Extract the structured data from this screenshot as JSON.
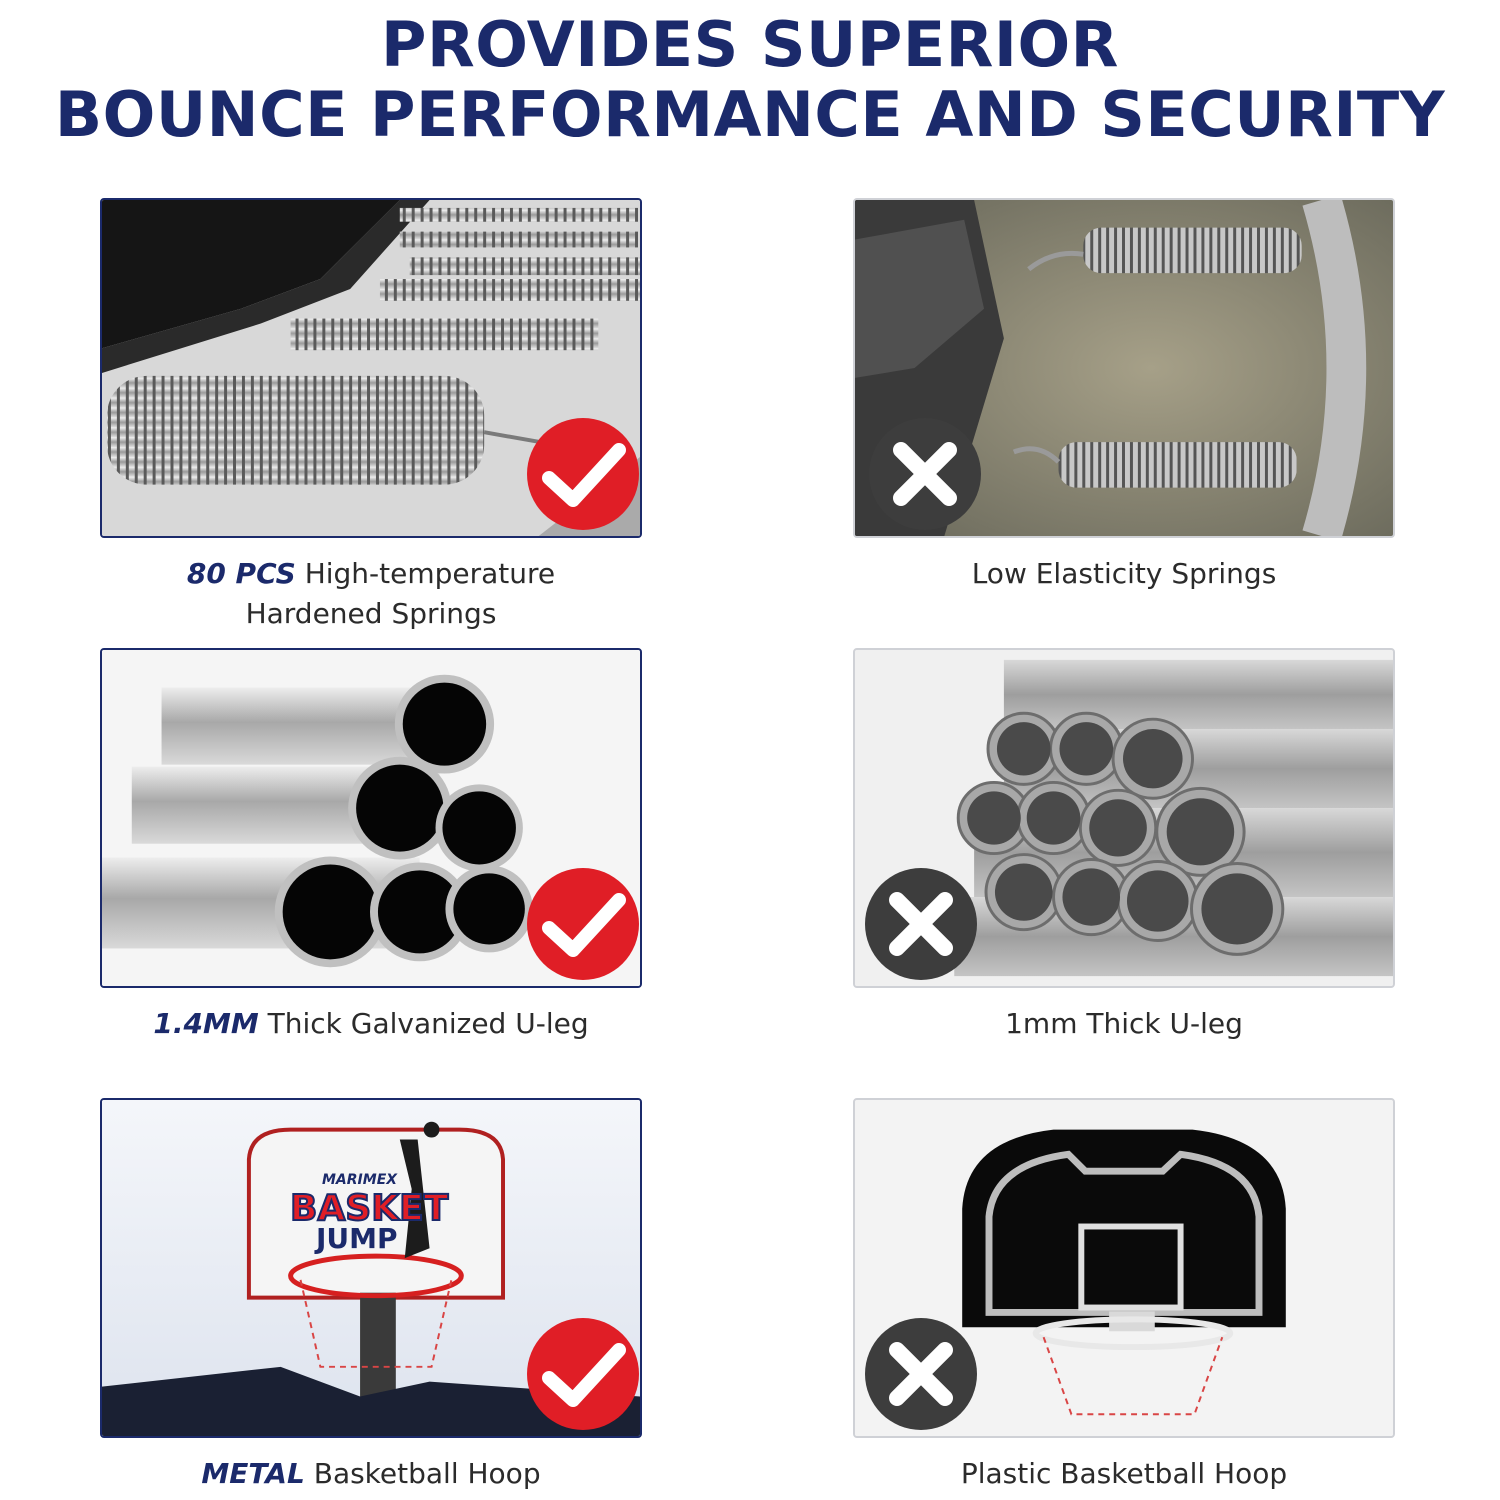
{
  "headline": {
    "line1": "PROVIDES SUPERIOR",
    "line2": "BOUNCE PERFORMANCE AND SECURITY"
  },
  "colors": {
    "navy": "#1b2a6b",
    "good_badge": "#e01e26",
    "bad_badge": "#3d3d3d"
  },
  "rows": [
    {
      "good": {
        "emphasis": "80 PCS",
        "text": " High-temperature",
        "text2": "Hardened Springs",
        "badge_icon": "checkmark-icon"
      },
      "bad": {
        "text": "Low Elasticity Springs",
        "badge_icon": "x-icon"
      }
    },
    {
      "good": {
        "emphasis": "1.4MM",
        "text": " Thick Galvanized U-leg",
        "badge_icon": "checkmark-icon"
      },
      "bad": {
        "text": "1mm Thick U-leg",
        "badge_icon": "x-icon"
      }
    },
    {
      "good": {
        "emphasis": "METAL",
        "text": " Basketball Hoop",
        "badge_icon": "checkmark-icon",
        "brand_small": "MARIMEX",
        "brand_line1": "BASKET",
        "brand_line2": "JUMP"
      },
      "bad": {
        "text": "Plastic Basketball Hoop",
        "badge_icon": "x-icon"
      }
    }
  ]
}
